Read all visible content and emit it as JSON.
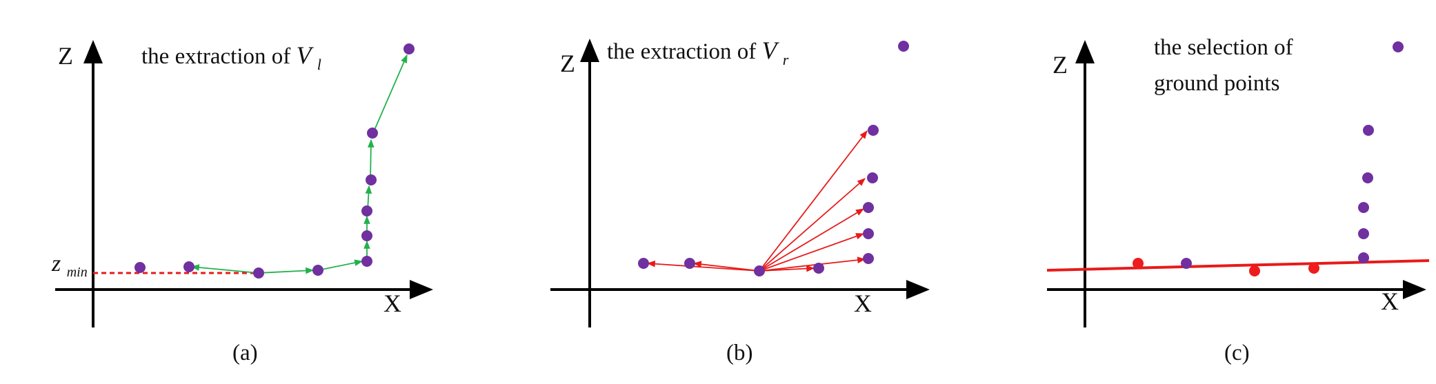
{
  "colors": {
    "axis": "#000000",
    "point": "#7030A0",
    "ground_point": "#EE1C1C",
    "green_arrow": "#22B14C",
    "red_arrow": "#E81A1A",
    "ground_line": "#E81A1A",
    "zmin_line": "#E81A1A"
  },
  "panel_a": {
    "z_label": "Z",
    "x_label": "X",
    "title_prefix": "the extraction of ",
    "title_var": "V",
    "title_sub": "l",
    "zmin_main": "z",
    "zmin_sub": "min",
    "caption": "(a)"
  },
  "panel_b": {
    "z_label": "Z",
    "x_label": "X",
    "title_prefix": "the extraction of ",
    "title_var": "V",
    "title_sub": "r",
    "caption": "(b)"
  },
  "panel_c": {
    "z_label": "Z",
    "x_label": "X",
    "title_line1": "the selection of",
    "title_line2": "ground points",
    "caption": "(c)"
  }
}
